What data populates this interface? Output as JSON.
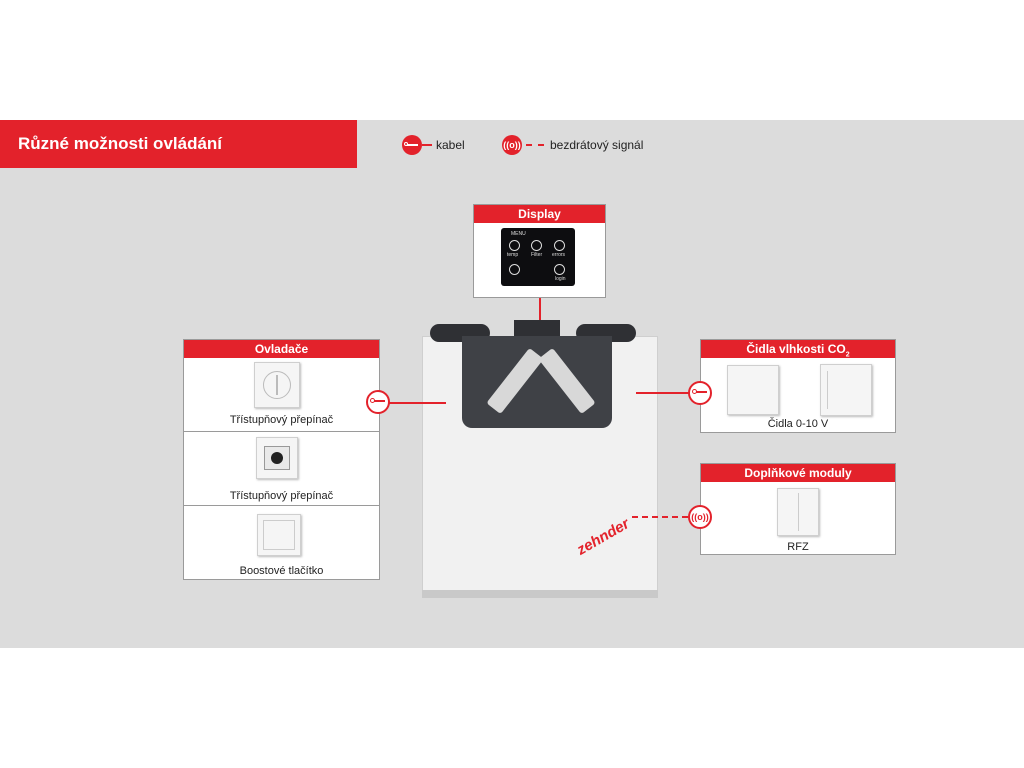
{
  "header": {
    "title": "Různé možnosti ovládání"
  },
  "legend": {
    "cable_label": "kabel",
    "wireless_label": "bezdrátový signál",
    "wireless_icon_text": "((o))"
  },
  "display_box": {
    "title": "Display",
    "screen": {
      "menu_label": "MENU",
      "icons": [
        "temp",
        "Filter",
        "errors",
        "",
        "login"
      ]
    }
  },
  "controllers_box": {
    "title": "Ovladače",
    "items": [
      {
        "caption": "Třístupňový přepínač"
      },
      {
        "caption": "Třístupňový přepínač"
      },
      {
        "caption": "Boostové tlačítko"
      }
    ]
  },
  "sensors_box": {
    "title": "Čidla vlhkosti CO",
    "title_subscript": "2",
    "caption": "Čidla 0-10 V"
  },
  "modules_box": {
    "title": "Doplňkové moduly",
    "caption": "RFZ"
  },
  "unit": {
    "brand": "zehnder"
  },
  "colors": {
    "accent": "#e3222b",
    "band": "#dcdcdc",
    "panel": "#3f4146"
  }
}
